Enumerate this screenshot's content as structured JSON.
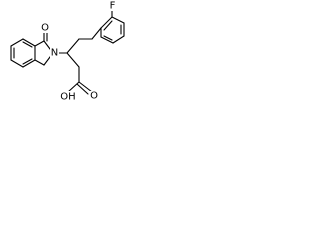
{
  "structure": {
    "atoms": {
      "fluorine": "F",
      "lactam_oxygen": "O",
      "lactam_nitrogen": "N",
      "acid_hydroxyl": "OH",
      "acid_carbonyl_oxygen": "O"
    }
  },
  "colors": {
    "bond": "#000000",
    "label": "#000000",
    "background": "#ffffff"
  }
}
